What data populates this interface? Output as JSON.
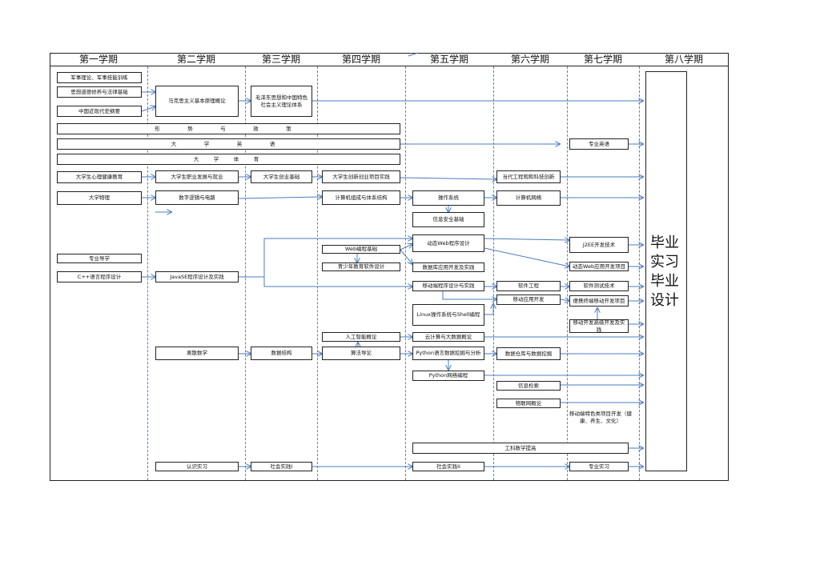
{
  "semesters": [
    "第一学期",
    "第二学期",
    "第三学期",
    "第四学期",
    "第五学期",
    "第六学期",
    "第七学期",
    "第八学期"
  ],
  "courses": {
    "military": "军事理论、军事技能训练",
    "morality_law": "思想道德修养与法律基础",
    "modern_history": "中国近现代史纲要",
    "marxism": "马克思主义基本原理概论",
    "mao_theory": "毛泽东思想和中国特色社会主义理论体系",
    "situation_policy": "形　势　与　政　策",
    "college_english": "大　学　英　语",
    "pro_english": "专业英语",
    "college_pe": "大　学　体　育",
    "mental_health": "大学生心理健康教育",
    "career": "大学生职业发展与就业",
    "startup_basic": "大学生创业基础",
    "startup_project": "大学生创新创业项目实践",
    "eng_ethics": "当代工程观和科技创新",
    "physics": "大学物理",
    "digital_logic": "数字逻辑与电路",
    "computer_org": "计算机组成与体系结构",
    "os": "操作系统",
    "network": "计算机网络",
    "infosec": "信息安全基础",
    "dynamic_web": "动态Web程序设计",
    "j2ee": "J2EE开发技术",
    "web_basic": "Web编程基础",
    "db_app": "数据库应用开发及实践",
    "dynamic_web_project": "动态Web应用开发项目",
    "youth_edu": "青少年教育软件设计",
    "intro_major": "专业导学",
    "cpp": "C++语言程序设计",
    "javase": "JavaSE程序设计及实践",
    "mobile_prog": "移动端程序设计与实践",
    "soft_eng": "软件工程",
    "soft_test": "软件测试技术",
    "mobile_app_dev": "移动应用开发",
    "portable_mobile_project": "便携终端移动开发项目",
    "linux_shell": "Linux操作系统与Shell编程",
    "mobile_advanced": "移动开发高级开发及实践",
    "ai_intro": "人工智能概论",
    "cloud_bigdata": "云计算与大数据概论",
    "discrete_math": "离散数学",
    "data_structure": "数据结构",
    "algorithms": "算法导论",
    "python_mining": "Python语言数据挖掘与分析",
    "data_warehouse": "数据仓库与数据挖掘",
    "python_network": "Python网络编程",
    "info_retrieval": "信息检索",
    "iot_intro": "物联网概论",
    "mobile_special": "移动端特色类项目开发（健康、养生、文化）",
    "eng_math": "工科数学提高",
    "cognitive_practice": "认识实习",
    "social_practice_1": "社会实践I",
    "social_practice_2": "社会实践II",
    "pro_practice": "专业实习",
    "final_project": [
      "毕业",
      "实习",
      "毕业",
      "设计"
    ]
  },
  "colors": {
    "arrow": "#4a7cc2",
    "border": "#222222",
    "divider": "#5b7fc0"
  }
}
